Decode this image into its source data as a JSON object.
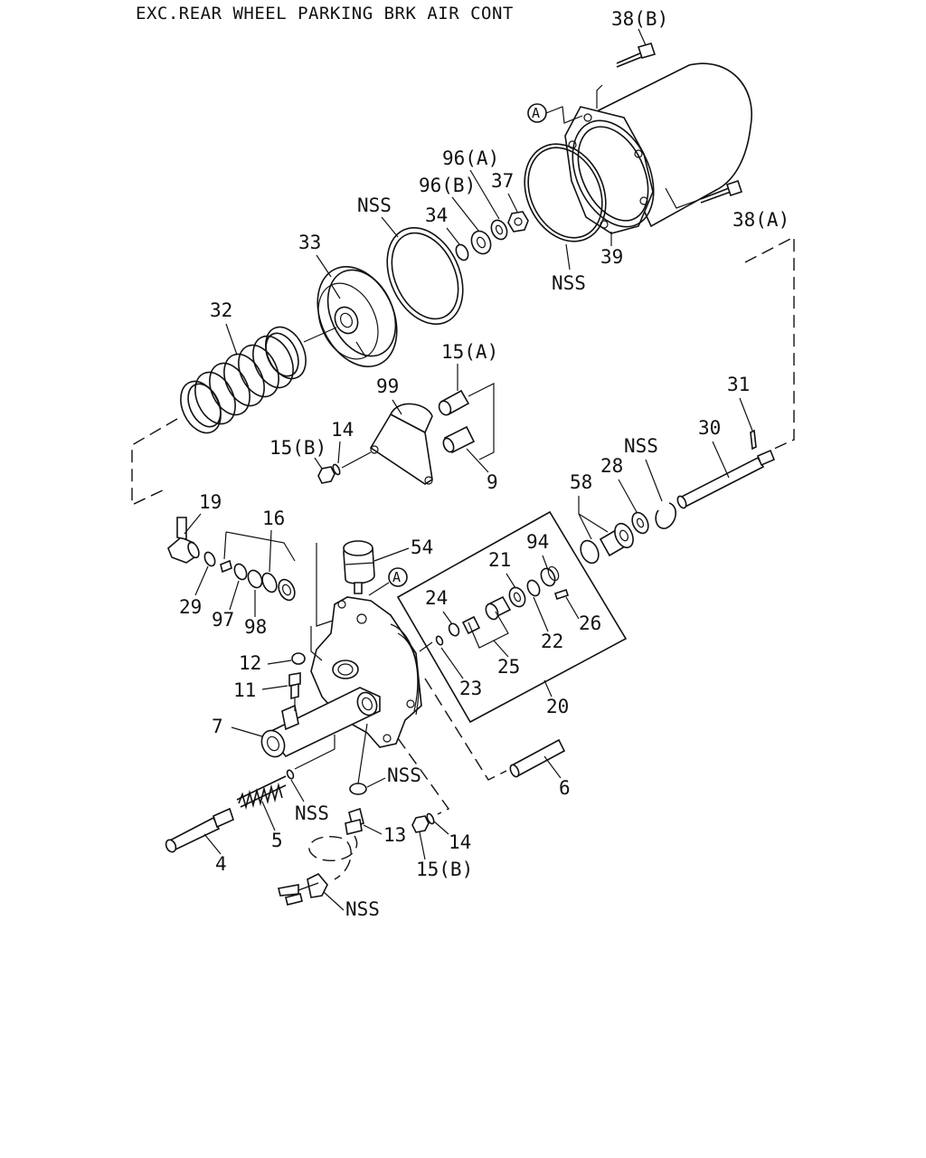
{
  "title": "EXC.REAR WHEEL PARKING BRK AIR CONT",
  "callout_letter": "A",
  "labels": {
    "l38b": "38(B)",
    "l38a": "38(A)",
    "l96a": "96(A)",
    "l96b": "96(B)",
    "l37": "37",
    "l34": "34",
    "l39": "39",
    "lnss_top": "NSS",
    "lnss_ring": "NSS",
    "l33": "33",
    "l32": "32",
    "l15a": "15(A)",
    "l99": "99",
    "l14_top": "14",
    "l15b_top": "15(B)",
    "l9": "9",
    "l31": "31",
    "l30": "30",
    "lnss_clip": "NSS",
    "l28": "28",
    "l58": "58",
    "l19": "19",
    "l16": "16",
    "l54": "54",
    "l29": "29",
    "l97": "97",
    "l98": "98",
    "l21": "21",
    "l94": "94",
    "l24": "24",
    "l26": "26",
    "l22": "22",
    "l12": "12",
    "l25": "25",
    "l11": "11",
    "l23": "23",
    "l7": "7",
    "l20": "20",
    "lnss_mid": "NSS",
    "l6": "6",
    "lnss_spring": "NSS",
    "l13": "13",
    "l14_bot": "14",
    "l5": "5",
    "l15b_bot": "15(B)",
    "l4": "4",
    "lnss_bot": "NSS"
  }
}
